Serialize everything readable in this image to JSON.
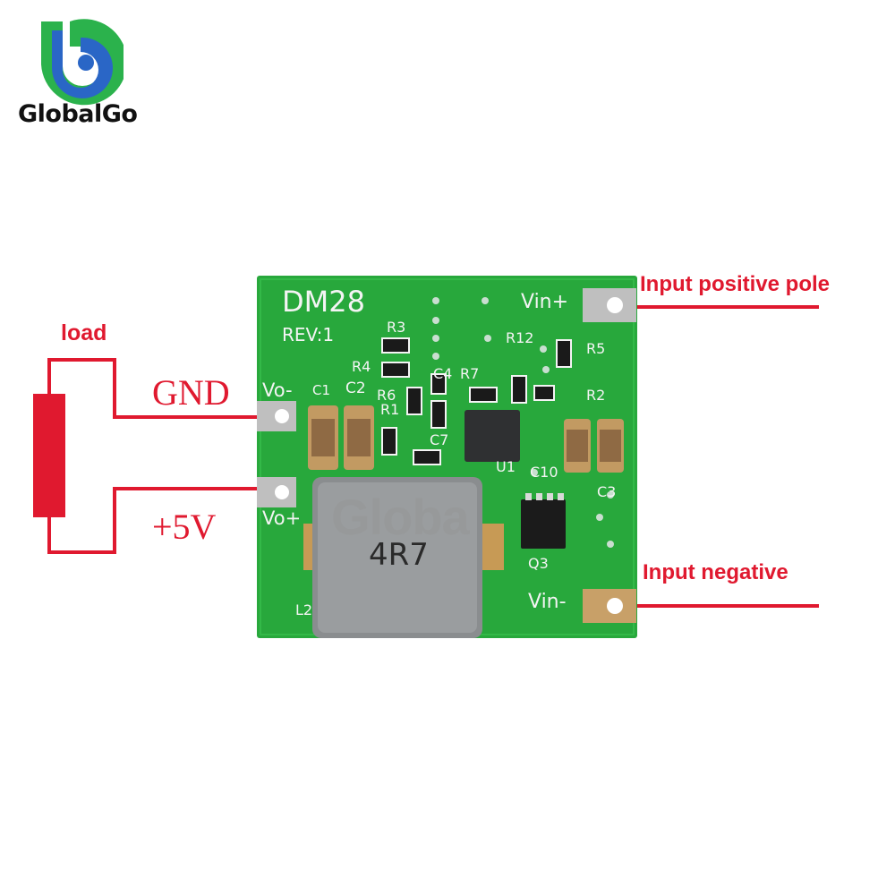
{
  "brand": {
    "name": "GlobalGo",
    "watermark": "Globa"
  },
  "board": {
    "model": "DM28",
    "revision": "REV:1",
    "inductor_marking": "4R7",
    "pins": {
      "vin_pos": "Vin+",
      "vin_neg": "Vin-",
      "vo_neg": "Vo-",
      "vo_pos": "Vo+"
    },
    "components": [
      "C1",
      "C2",
      "R3",
      "R4",
      "R6",
      "C4",
      "R7",
      "R12",
      "R5",
      "R2",
      "R1",
      "C7",
      "U1",
      "C10",
      "C3",
      "Q3",
      "L2"
    ]
  },
  "annotations": {
    "load": "load",
    "gnd": "GND",
    "plus5v": "+5V",
    "input_positive": "Input positive pole",
    "input_negative": "Input negative"
  },
  "colors": {
    "accent_red": "#e0192f",
    "pcb_green": "#28a83c",
    "logo_blue": "#2a66c6",
    "logo_green": "#2bb24c"
  }
}
